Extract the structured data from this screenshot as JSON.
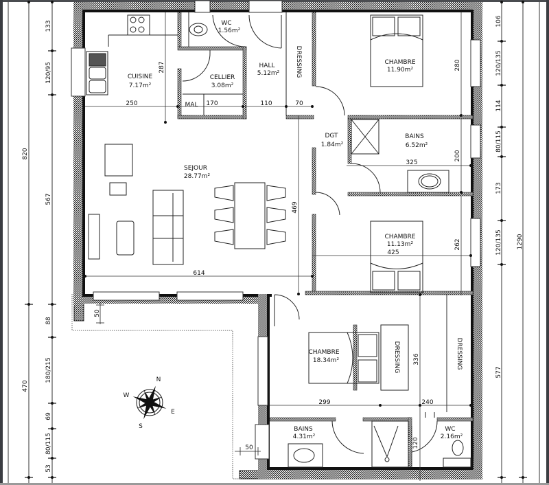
{
  "plan": {
    "rooms": [
      {
        "id": "cuisine",
        "name": "CUISINE",
        "area": "7.17m²"
      },
      {
        "id": "wc1",
        "name": "WC",
        "area": "1.56m²"
      },
      {
        "id": "cellier",
        "name": "CELLIER",
        "area": "3.08m²"
      },
      {
        "id": "hall",
        "name": "HALL",
        "area": "5.12m²"
      },
      {
        "id": "dressing1",
        "name": "DRESSING",
        "area": ""
      },
      {
        "id": "chambre1",
        "name": "CHAMBRE",
        "area": "11.90m²"
      },
      {
        "id": "dgt",
        "name": "DGT",
        "area": "1.84m²"
      },
      {
        "id": "bains1",
        "name": "BAINS",
        "area": "6.52m²"
      },
      {
        "id": "sejour",
        "name": "SEJOUR",
        "area": "28.77m²"
      },
      {
        "id": "chambre2",
        "name": "CHAMBRE",
        "area": "11.13m²"
      },
      {
        "id": "chambre3",
        "name": "CHAMBRE",
        "area": "18.34m²"
      },
      {
        "id": "dressing2",
        "name": "DRESSING",
        "area": ""
      },
      {
        "id": "dressing3",
        "name": "DRESSING",
        "area": ""
      },
      {
        "id": "bains2",
        "name": "BAINS",
        "area": "4.31m²"
      },
      {
        "id": "wc2",
        "name": "WC",
        "area": "2.16m²"
      }
    ],
    "mal_label": "MAL",
    "interior_dims": {
      "d250": "250",
      "d170": "170",
      "d110": "110",
      "d70": "70",
      "d287": "287",
      "d280": "280",
      "d325": "325",
      "d200": "200",
      "d469": "469",
      "d614": "614",
      "d262": "262",
      "d425": "425",
      "d336": "336",
      "d299": "299",
      "d240": "240",
      "d120": "120",
      "d50a": "50",
      "d50b": "50"
    },
    "left_dims": {
      "outer": [
        "820",
        "470"
      ],
      "inner": [
        "133",
        "120/95",
        "567",
        "88",
        "180/215",
        "69",
        "80/115",
        "53"
      ]
    },
    "right_dims": {
      "inner": [
        "106",
        "120/135",
        "114",
        "80/115",
        "173",
        "120/135",
        "577"
      ],
      "outer": [
        "1290"
      ]
    },
    "compass": {
      "n": "N",
      "s": "S",
      "e": "E",
      "w": "W"
    }
  }
}
